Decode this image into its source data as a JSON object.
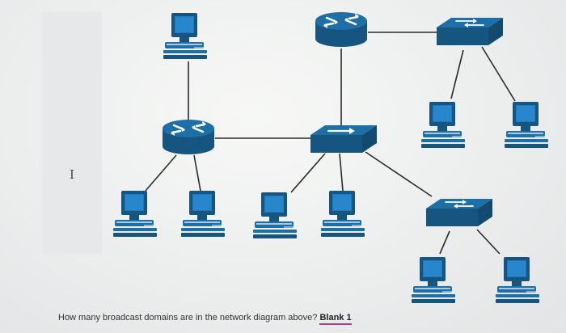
{
  "question": {
    "text": "How many broadcast domains are in the network diagram above?",
    "blank_label": "Blank 1"
  },
  "cursor_glyph": "I",
  "colors": {
    "device_blue": "#1d6fa8",
    "device_dark": "#15557f",
    "line": "#2b2b2b",
    "blank_underline": "#b03a8c"
  },
  "diagram": {
    "nodes": [
      {
        "id": "pc-top",
        "type": "computer"
      },
      {
        "id": "router-top",
        "type": "router"
      },
      {
        "id": "switch-top-right",
        "type": "switch"
      },
      {
        "id": "router-middle",
        "type": "router"
      },
      {
        "id": "switch-middle",
        "type": "switch"
      },
      {
        "id": "switch-bottom-right",
        "type": "switch"
      },
      {
        "id": "pc-right-1",
        "type": "computer"
      },
      {
        "id": "pc-right-2",
        "type": "computer"
      },
      {
        "id": "pc-bottom-1",
        "type": "computer"
      },
      {
        "id": "pc-bottom-2",
        "type": "computer"
      },
      {
        "id": "pc-bottom-3",
        "type": "computer"
      },
      {
        "id": "pc-bottom-4",
        "type": "computer"
      },
      {
        "id": "pc-br-1",
        "type": "computer"
      },
      {
        "id": "pc-br-2",
        "type": "computer"
      }
    ],
    "links": [
      [
        "pc-top",
        "router-middle"
      ],
      [
        "router-top",
        "switch-top-right"
      ],
      [
        "router-top",
        "switch-middle"
      ],
      [
        "switch-top-right",
        "pc-right-1"
      ],
      [
        "switch-top-right",
        "pc-right-2"
      ],
      [
        "router-middle",
        "switch-middle"
      ],
      [
        "router-middle",
        "pc-bottom-1"
      ],
      [
        "router-middle",
        "pc-bottom-2"
      ],
      [
        "switch-middle",
        "pc-bottom-3"
      ],
      [
        "switch-middle",
        "pc-bottom-4"
      ],
      [
        "switch-middle",
        "switch-bottom-right"
      ],
      [
        "switch-bottom-right",
        "pc-br-1"
      ],
      [
        "switch-bottom-right",
        "pc-br-2"
      ]
    ]
  }
}
